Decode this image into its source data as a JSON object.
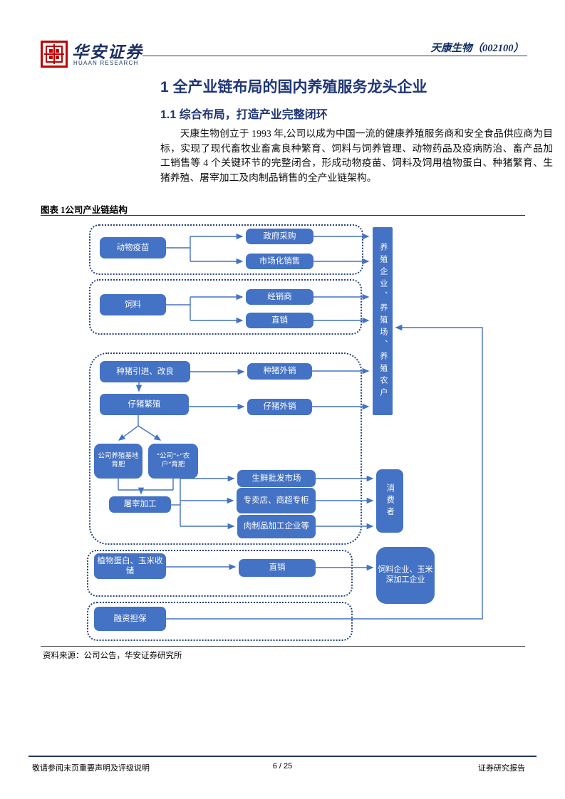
{
  "header": {
    "brand_cn": "华安证券",
    "brand_en": "HUAAN RESEARCH",
    "stock": "天康生物（002100）"
  },
  "content": {
    "h1": "1 全产业链布局的国内养殖服务龙头企业",
    "h2": "1.1 综合布局，打造产业完整闭环",
    "paragraph": "天康生物创立于 1993 年,公司以成为中国一流的健康养殖服务商和安全食品供应商为目标，实现了现代畜牧业畜禽良种繁育、饲料与饲养管理、动物药品及疫病防治、畜产品加工销售等 4 个关键环节的完整闭合，形成动物疫苗、饲料及饲用植物蛋白、种猪繁育、生猪养殖、屠宰加工及肉制品销售的全产业链架构。"
  },
  "figure": {
    "caption": "图表 1公司产业链结构",
    "source": "资料来源：公司公告，华安证券研究所",
    "nodes": {
      "vaccine": "动物疫苗",
      "gov": "政府采购",
      "market": "市场化销售",
      "feed": "饲料",
      "dealer": "经销商",
      "direct1": "直销",
      "pig_intro": "种猪引进、改良",
      "pig_sale": "种猪外销",
      "piglet": "仔猪繁殖",
      "piglet_sale": "仔猪外销",
      "base_fatten": "公司养殖基地育肥",
      "company_farmer": "“公司”+“农户”育肥",
      "slaughter": "屠宰加工",
      "fresh_market": "生鲜批发市场",
      "stores": "专卖店、商超专柜",
      "meat_proc": "肉制品加工企业等",
      "plant_protein": "植物蛋白、玉米收储",
      "direct2": "直销",
      "finance": "融资担保",
      "breeding": "养殖企业、养殖场、养殖农户",
      "consumer": "消费者",
      "feed_corp": "饲料企业、玉米深加工企业"
    }
  },
  "footer": {
    "left": "敬请参阅末页重要声明及评级说明",
    "page": "6 / 25",
    "right": "证券研究报告"
  },
  "colors": {
    "box_blue": "#4472C4",
    "dotted_navy": "#24427E",
    "heading_navy": "#1F3575",
    "rule_navy": "#1F3864",
    "seal_red": "#C00000"
  }
}
